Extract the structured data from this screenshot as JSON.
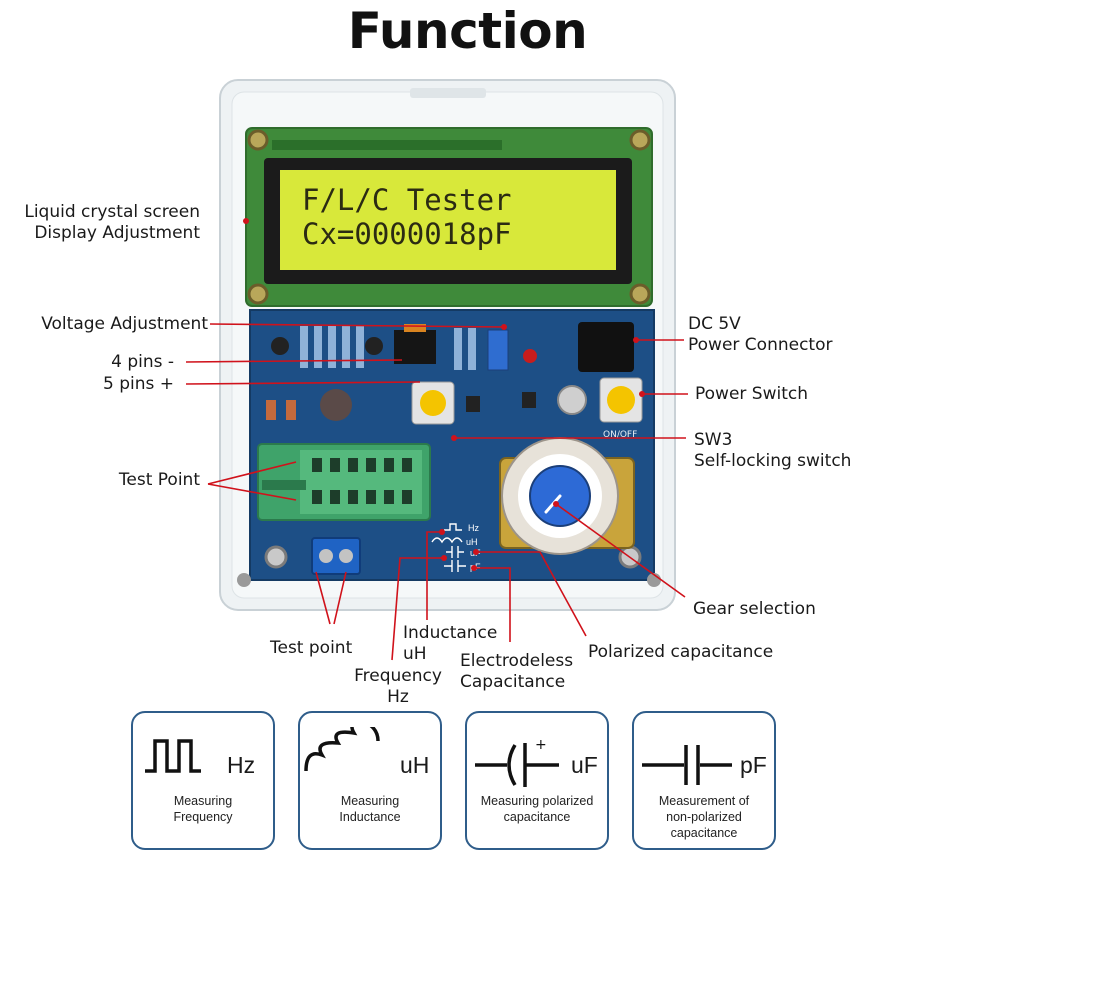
{
  "title": "Function",
  "lcd": {
    "line1": "F/L/C Tester",
    "line2": "Cx=0000018pF"
  },
  "labels": {
    "lcd_screen_1": "Liquid crystal screen",
    "lcd_screen_2": "Display Adjustment",
    "voltage_adjustment": "Voltage Adjustment",
    "pins_minus": "4 pins -",
    "pins_plus": "5 pins +",
    "test_point_socket": "Test Point",
    "dc_1": "DC 5V",
    "dc_2": "Power Connector",
    "power_switch": "Power Switch",
    "sw3_1": "SW3",
    "sw3_2": "Self-locking switch",
    "gear_selection": "Gear selection",
    "polarized_capacitance": "Polarized capacitance",
    "test_point_terminal": "Test point",
    "inductance_1": "Inductance",
    "inductance_2": "uH",
    "frequency_1": "Frequency",
    "frequency_2": "Hz",
    "electrodeless_1": "Electrodeless",
    "electrodeless_2": "Capacitance"
  },
  "board_silk": {
    "on_off": "ON/OFF",
    "hz": "Hz",
    "uh": "uH",
    "uf": "uF",
    "pf": "pF"
  },
  "cards": [
    {
      "icon": "square-wave-icon",
      "unit": "Hz",
      "caption": "Measuring\nFrequency"
    },
    {
      "icon": "inductor-coil-icon",
      "unit": "uH",
      "caption": "Measuring\nInductance"
    },
    {
      "icon": "polarized-capacitor-icon",
      "unit": "uF",
      "caption": "Measuring polarized\ncapacitance"
    },
    {
      "icon": "capacitor-icon",
      "unit": "pF",
      "caption": "Measurement of\nnon-polarized\ncapacitance"
    }
  ],
  "colors": {
    "callout_line": "#d0121b",
    "pcb_blue": "#1d4f86",
    "lcd_backlight": "#d8e83a",
    "card_border": "#2f5d8a"
  }
}
